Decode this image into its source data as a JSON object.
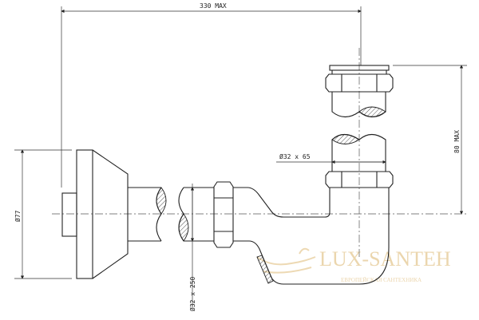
{
  "drawing": {
    "dimensions": {
      "overall_width": "330 MAX",
      "flange_diameter": "Ø77",
      "horizontal_pipe": "Ø32 x 250",
      "vertical_pipe": "Ø32 x 65",
      "height": "80 MAX"
    }
  },
  "watermark": {
    "brand": "LUX-SANTEH",
    "tagline": "ЕВРОПЕЙСКАЯ САНТЕХНИКА"
  }
}
